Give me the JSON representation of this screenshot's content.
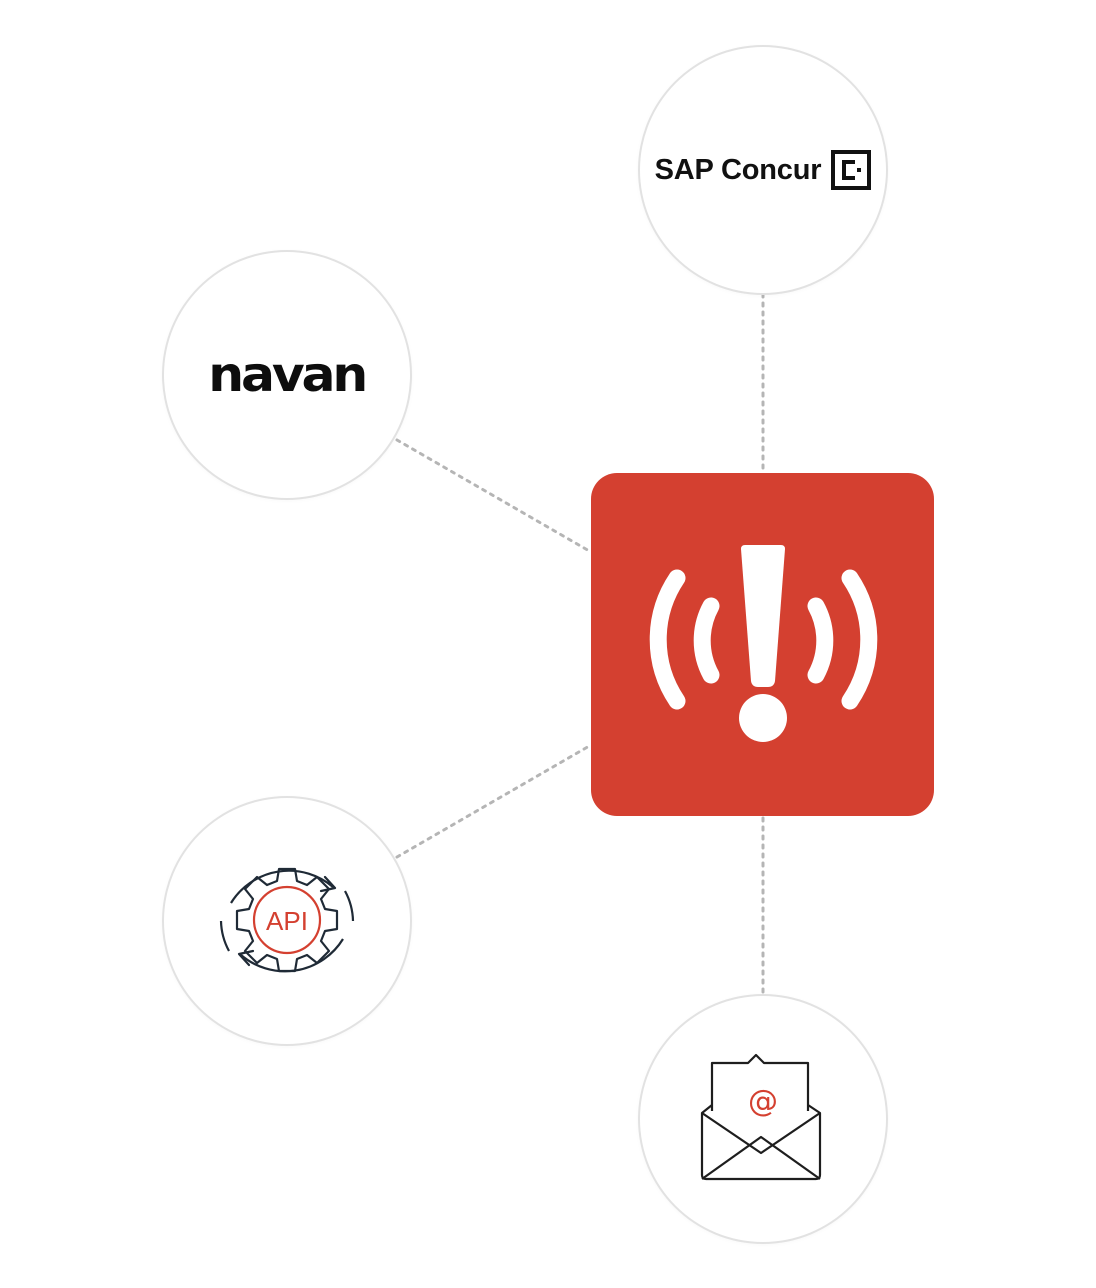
{
  "hub": {
    "icon": "alert-broadcast-icon",
    "color": "#d44030",
    "icon_color": "#ffffff"
  },
  "nodes": {
    "sap_concur": {
      "label": "SAP Concur",
      "icon": "concur-c-logo-icon"
    },
    "navan": {
      "label": "navan"
    },
    "api": {
      "label": "API",
      "icon": "gear-sync-icon",
      "accent": "#d44030",
      "stroke": "#1f2a36"
    },
    "email": {
      "label": "@",
      "icon": "open-envelope-icon",
      "accent": "#d44030"
    }
  },
  "connector_color": "#b5b5b5"
}
